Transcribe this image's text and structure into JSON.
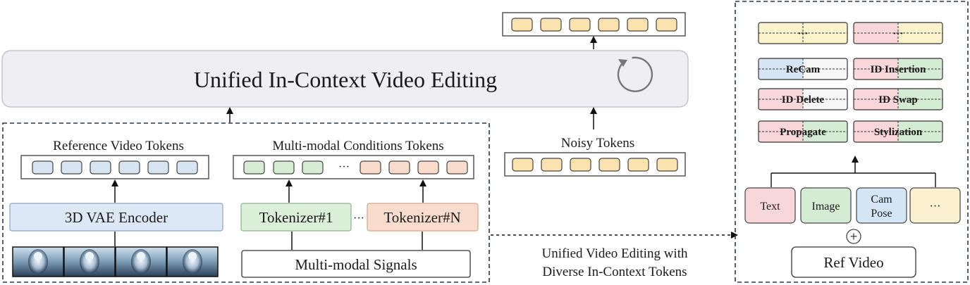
{
  "main": {
    "title": "Unified In-Context Video Editing"
  },
  "left_panel": {
    "reference_tokens_label": "Reference Video Tokens",
    "conditions_tokens_label": "Multi-modal Conditions Tokens",
    "ellipsis": "···",
    "encoder_label": "3D VAE Encoder",
    "tokenizer_1_label": "Tokenizer#1",
    "tokenizer_n_label": "Tokenizer#N",
    "signals_label": "Multi-modal Signals"
  },
  "noisy": {
    "label": "Noisy Tokens"
  },
  "caption": {
    "line1": "Unified Video Editing with",
    "line2": "Diverse In-Context Tokens"
  },
  "right_panel": {
    "tasks": [
      {
        "label": "···"
      },
      {
        "label": "···"
      },
      {
        "label": "ReCam"
      },
      {
        "label": "ID Insertion"
      },
      {
        "label": "ID Delete"
      },
      {
        "label": "ID Swap"
      },
      {
        "label": "Propagate"
      },
      {
        "label": "Stylization"
      }
    ],
    "inputs": [
      {
        "label": "Text"
      },
      {
        "label": "Image"
      },
      {
        "label": "Cam\nPose"
      },
      {
        "label": "···"
      }
    ],
    "plus": "+",
    "ref_video_label": "Ref Video"
  },
  "colors": {
    "token_yellow": "#fbe3b0",
    "token_blue": "#d7e4f2",
    "token_green": "#d6ecd3",
    "token_peach": "#f9dccb",
    "encoder_fill": "#dce8f5",
    "tokenizer1_fill": "#dcefd8",
    "tokenizerN_fill": "#fadccc",
    "main_fill": "#efeef3",
    "text_fill": "#f8d7da",
    "image_fill": "#d5ecd4",
    "cam_fill": "#d4e5f6",
    "more_fill": "#fbf1ce"
  }
}
